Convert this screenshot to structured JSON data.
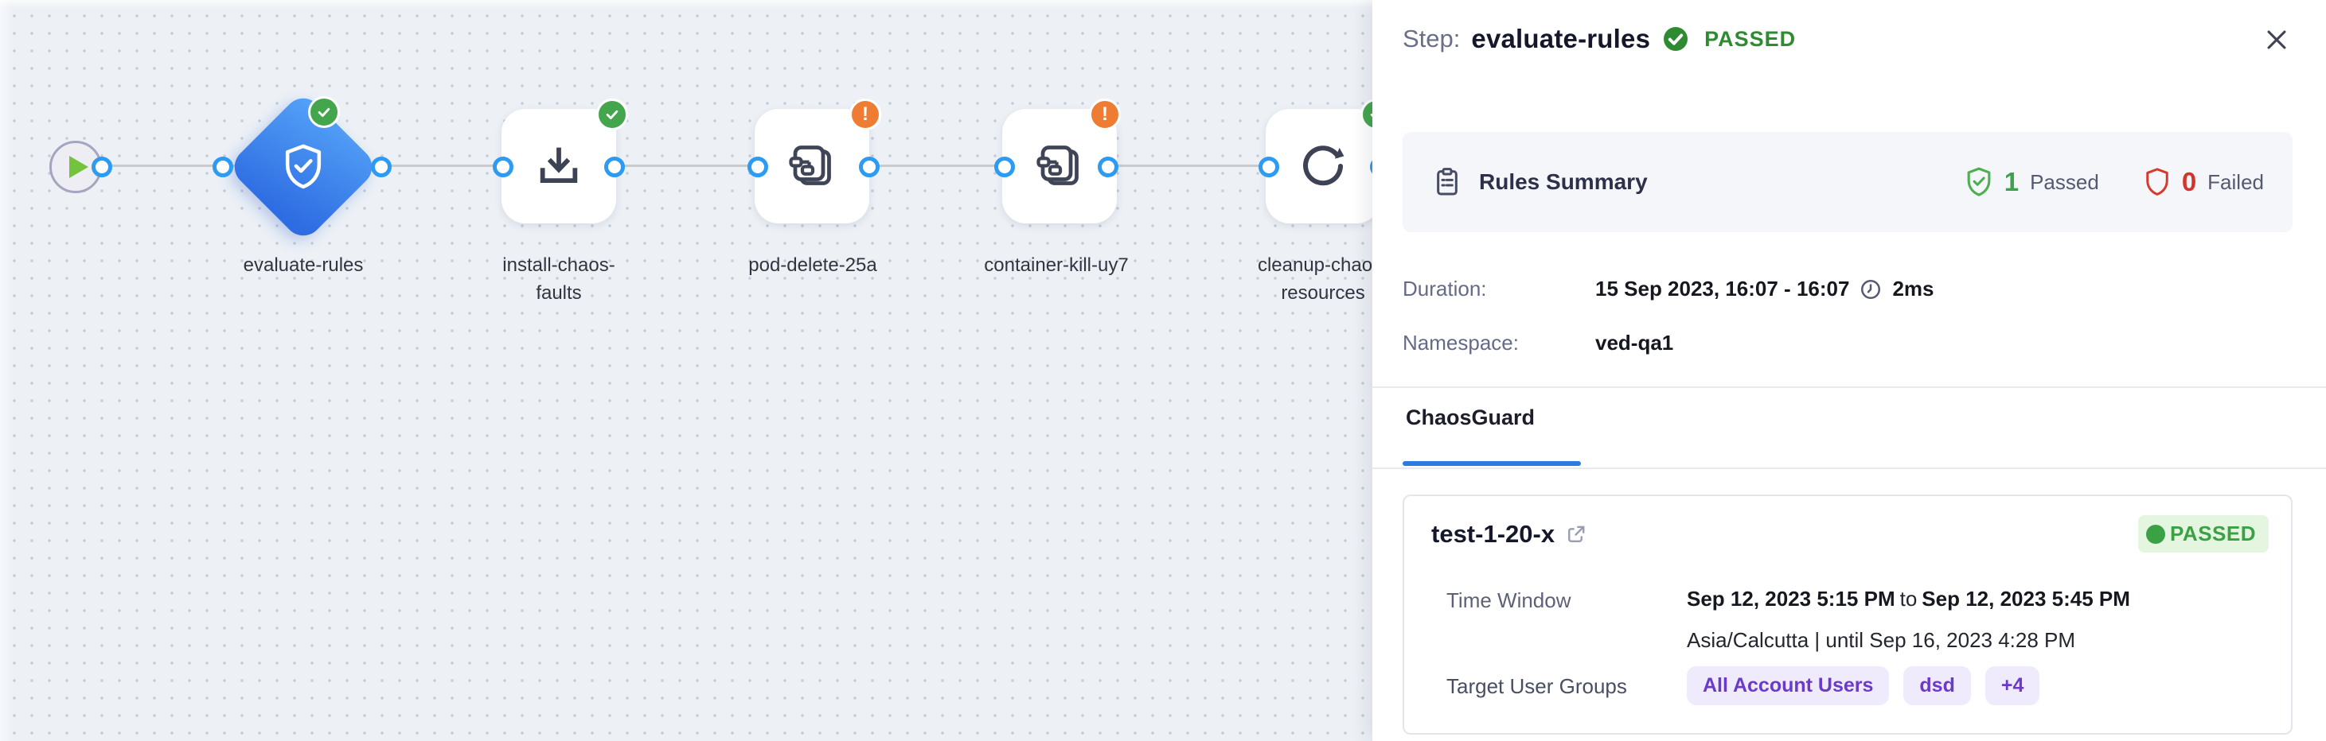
{
  "colors": {
    "accent_blue": "#2C7BE0",
    "port_blue": "#2E9BF2",
    "success_green": "#44A64C",
    "status_green_text": "#2E8B31",
    "error_red": "#D2352B",
    "warning_orange": "#EE7D33",
    "pill_purple_text": "#6B3AC9",
    "pill_purple_bg": "#EFEBFC",
    "canvas_bg": "#EDF1F6",
    "diamond_blue": "#2E6CE2"
  },
  "canvas": {
    "start_node": {
      "icon": "play-icon"
    },
    "nodes": [
      {
        "label": "evaluate-rules",
        "icon": "shield-check-icon",
        "status": "passed"
      },
      {
        "label": "install-chaos-faults",
        "icon": "download-icon",
        "status": "passed"
      },
      {
        "label": "pod-delete-25a",
        "icon": "chaos-fault-icon",
        "status": "warning"
      },
      {
        "label": "container-kill-uy7",
        "icon": "chaos-fault-icon",
        "status": "warning"
      },
      {
        "label": "cleanup-chaos-resources",
        "icon": "retry-icon",
        "status": "passed"
      }
    ]
  },
  "panel": {
    "header": {
      "step_label": "Step:",
      "step_name": "evaluate-rules",
      "status": "PASSED",
      "status_icon": "check-circle-icon",
      "close_icon": "close-icon"
    },
    "rules_summary": {
      "icon": "clipboard-icon",
      "title": "Rules Summary",
      "passed_count": "1",
      "passed_label": "Passed",
      "passed_icon": "shield-check-icon",
      "failed_count": "0",
      "failed_label": "Failed",
      "failed_icon": "shield-icon"
    },
    "details": {
      "duration_label": "Duration:",
      "duration_value": "15 Sep 2023, 16:07 - 16:07",
      "duration_icon": "clock-icon",
      "duration_elapsed": "2ms",
      "namespace_label": "Namespace:",
      "namespace_value": "ved-qa1"
    },
    "tabs": [
      {
        "label": "ChaosGuard",
        "active": true
      }
    ],
    "guard_card": {
      "name": "test-1-20-x",
      "link_icon": "external-link-icon",
      "status": "PASSED",
      "time_window_label": "Time Window",
      "time_start": "Sep 12, 2023 5:15 PM",
      "time_join": "to",
      "time_end": "Sep 12, 2023 5:45 PM",
      "timezone_line": "Asia/Calcutta | until Sep 16, 2023 4:28 PM",
      "target_groups_label": "Target User Groups",
      "groups": [
        "All Account Users",
        "dsd",
        "+4"
      ]
    }
  }
}
